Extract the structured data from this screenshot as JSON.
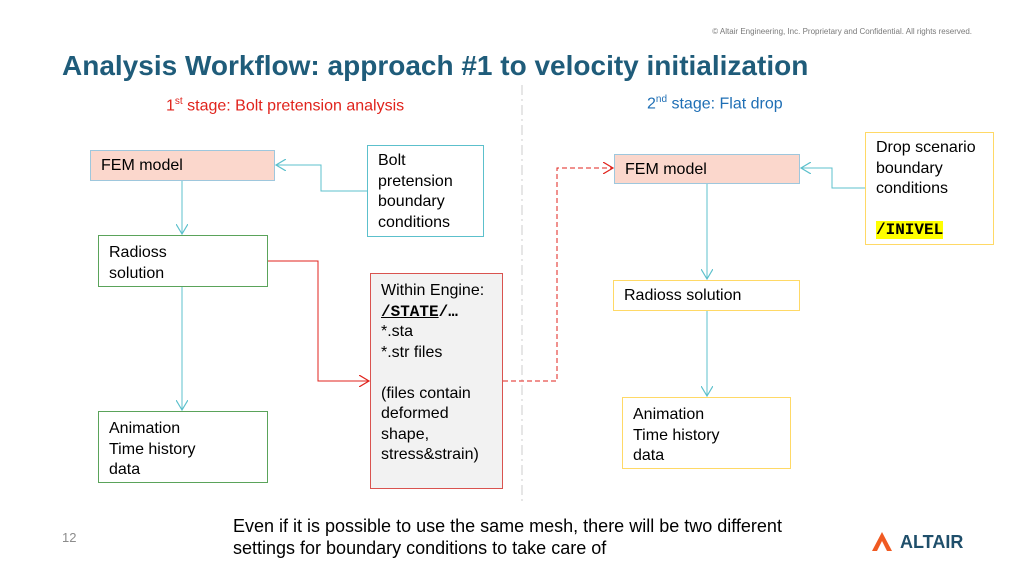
{
  "copyright": "© Altair Engineering, Inc. Proprietary and Confidential. All rights reserved.",
  "title": "Analysis Workflow: approach #1  to velocity initialization",
  "stage1": {
    "num": "1",
    "sup": "st",
    "text": " stage: Bolt pretension analysis"
  },
  "stage2": {
    "num": "2",
    "sup": "nd",
    "text": " stage: Flat drop"
  },
  "left_flow": {
    "fem_model": "FEM model",
    "bolt_bc": [
      "Bolt",
      "pretension",
      "boundary",
      "conditions"
    ],
    "radioss_solution": [
      "Radioss",
      "solution"
    ],
    "animation": [
      "Animation",
      "Time history",
      "data"
    ]
  },
  "engine_box": {
    "line1": "Within Engine:",
    "keyword": "/STATE",
    "keyword_suffix": "/…",
    "line3": "*.sta",
    "line4": "*.str files",
    "note": [
      "(files contain",
      "deformed",
      "shape,",
      "stress&strain)"
    ]
  },
  "right_flow": {
    "fem_model": "FEM model",
    "drop_bc": [
      "Drop scenario",
      "boundary",
      "conditions"
    ],
    "drop_keyword": "/INIVEL",
    "radioss_solution": "Radioss solution",
    "animation": [
      "Animation",
      "Time history",
      "data"
    ]
  },
  "footnote": "Even if it is possible to use the same mesh, there will be two different settings for boundary conditions to take care of",
  "page_number": "12",
  "logo_text": "ALTAIR",
  "colors": {
    "title": "#1f5c7a",
    "stage1": "#e0231c",
    "stage2": "#1f6fb5",
    "fem_fill": "#fbd7cc",
    "arrow_cyan": "#5cc0cc",
    "arrow_red": "#e0231c",
    "logo_orange": "#f05a22",
    "logo_text": "#1f4f6b"
  }
}
